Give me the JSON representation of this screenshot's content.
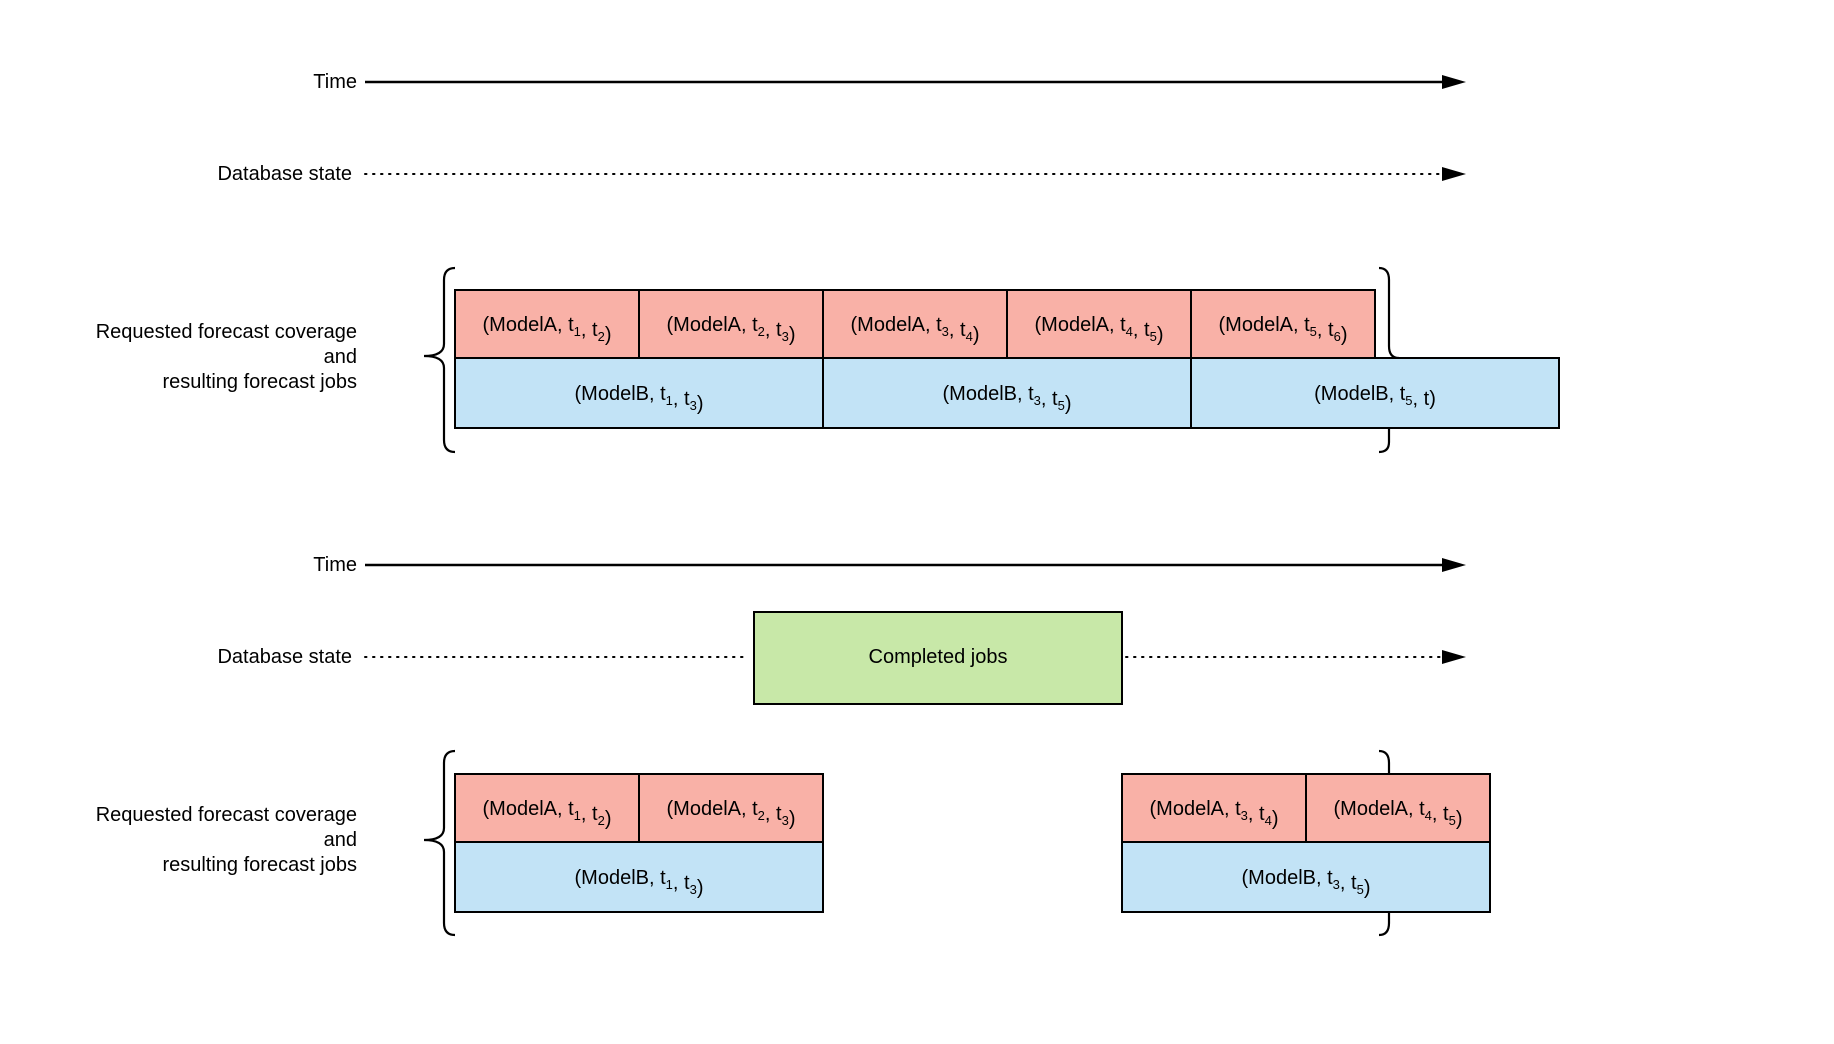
{
  "colors": {
    "model_a": "#f9b1a7",
    "model_b": "#c2e3f6",
    "completed": "#c8e8a8"
  },
  "panel_top": {
    "time_label": "Time",
    "db_label": "Database state",
    "coverage_label": [
      "Requested forecast coverage",
      "and",
      "resulting forecast jobs"
    ],
    "model_a_jobs": [
      {
        "model": "ModelA",
        "start": "1",
        "end": "2"
      },
      {
        "model": "ModelA",
        "start": "2",
        "end": "3"
      },
      {
        "model": "ModelA",
        "start": "3",
        "end": "4"
      },
      {
        "model": "ModelA",
        "start": "4",
        "end": "5"
      },
      {
        "model": "ModelA",
        "start": "5",
        "end": "6"
      }
    ],
    "model_b_jobs": [
      {
        "model": "ModelB",
        "start": "1",
        "end": "3"
      },
      {
        "model": "ModelB",
        "start": "3",
        "end": "5"
      },
      {
        "model": "ModelB",
        "start": "5",
        "end": ""
      }
    ]
  },
  "panel_bottom": {
    "time_label": "Time",
    "db_label": "Database state",
    "completed_label": "Completed jobs",
    "coverage_label": [
      "Requested forecast coverage",
      "and",
      "resulting forecast jobs"
    ],
    "left_group": {
      "model_a_jobs": [
        {
          "model": "ModelA",
          "start": "1",
          "end": "2"
        },
        {
          "model": "ModelA",
          "start": "2",
          "end": "3"
        }
      ],
      "model_b_jobs": [
        {
          "model": "ModelB",
          "start": "1",
          "end": "3"
        }
      ]
    },
    "right_group": {
      "model_a_jobs": [
        {
          "model": "ModelA",
          "start": "3",
          "end": "4"
        },
        {
          "model": "ModelA",
          "start": "4",
          "end": "5"
        }
      ],
      "model_b_jobs": [
        {
          "model": "ModelB",
          "start": "3",
          "end": "5"
        }
      ]
    }
  }
}
